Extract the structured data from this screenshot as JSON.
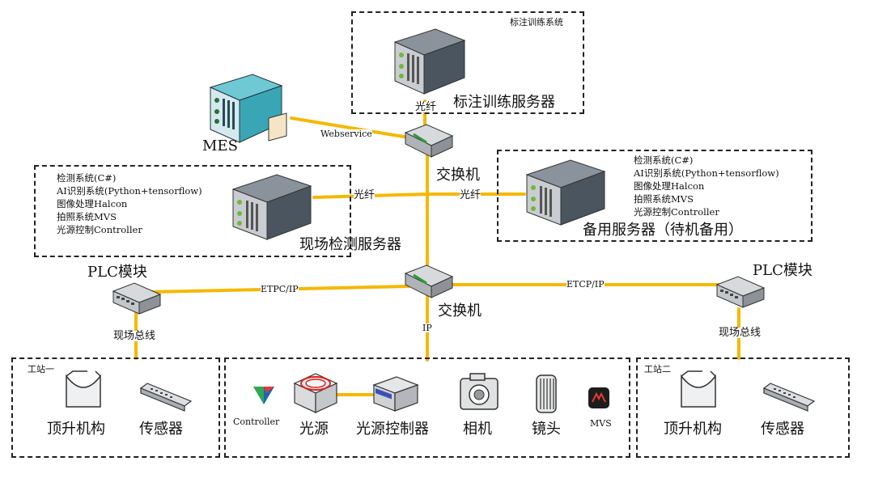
{
  "training_box": {
    "title": "标注训练系统",
    "server_label": "标注训练服务器"
  },
  "mes": {
    "label": "MES"
  },
  "links": {
    "webservice": "Webservice",
    "fiber_top": "光纤",
    "fiber_left": "光纤",
    "fiber_right": "光纤",
    "etpc_ip": "ETPC/IP",
    "etcp_ip": "ETCP/IP",
    "ip": "IP",
    "fieldbus_left": "现场总线",
    "fieldbus_right": "现场总线"
  },
  "switch_top": {
    "label": "交换机"
  },
  "switch_bottom": {
    "label": "交换机"
  },
  "detection_box": {
    "items": [
      "检测系统(C#)",
      "AI识别系统(Python+tensorflow)",
      "图像处理Halcon",
      "拍照系统MVS",
      "光源控制Controller"
    ],
    "server_label": "现场检测服务器"
  },
  "backup_box": {
    "items": [
      "检测系统(C#)",
      "AI识别系统(Python+tensorflow)",
      "图像处理Halcon",
      "拍照系统MVS",
      "光源控制Controller"
    ],
    "server_label": "备用服务器（待机备用）"
  },
  "plc_left": {
    "label": "PLC模块"
  },
  "plc_right": {
    "label": "PLC模块"
  },
  "station1": {
    "title": "工站一",
    "lift": "顶升机构",
    "sensor": "传感器"
  },
  "station2": {
    "title": "工站二",
    "lift": "顶升机构",
    "sensor": "传感器"
  },
  "vision": {
    "controller": "Controller",
    "light": "光源",
    "light_controller": "光源控制器",
    "camera": "相机",
    "lens": "镜头",
    "mvs": "MVS"
  },
  "colors": {
    "link": "#f5b800",
    "server_dark": "#4a5560",
    "server_mes": "#3aa6b5"
  }
}
